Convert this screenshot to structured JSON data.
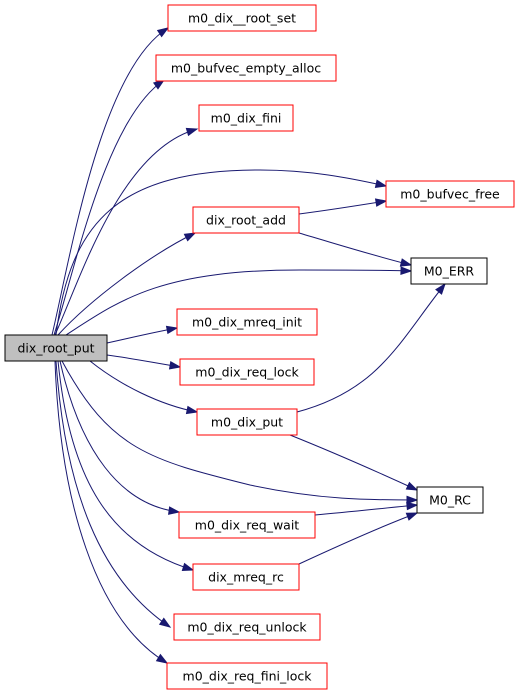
{
  "colors": {
    "root_fill": "#bfbfbf",
    "root_stroke": "#000000",
    "linked_stroke": "#ff0000",
    "plain_stroke": "#000000",
    "edge": "#191970"
  },
  "nodes": [
    {
      "id": "dix_root_put",
      "label": "dix_root_put",
      "style": "root"
    },
    {
      "id": "m0_dix__root_set",
      "label": "m0_dix__root_set",
      "style": "linked"
    },
    {
      "id": "m0_bufvec_empty_alloc",
      "label": "m0_bufvec_empty_alloc",
      "style": "linked"
    },
    {
      "id": "m0_dix_fini",
      "label": "m0_dix_fini",
      "style": "linked"
    },
    {
      "id": "m0_bufvec_free",
      "label": "m0_bufvec_free",
      "style": "linked"
    },
    {
      "id": "dix_root_add",
      "label": "dix_root_add",
      "style": "linked"
    },
    {
      "id": "M0_ERR",
      "label": "M0_ERR",
      "style": "plain"
    },
    {
      "id": "m0_dix_mreq_init",
      "label": "m0_dix_mreq_init",
      "style": "linked"
    },
    {
      "id": "m0_dix_req_lock",
      "label": "m0_dix_req_lock",
      "style": "linked"
    },
    {
      "id": "m0_dix_put",
      "label": "m0_dix_put",
      "style": "linked"
    },
    {
      "id": "M0_RC",
      "label": "M0_RC",
      "style": "plain"
    },
    {
      "id": "m0_dix_req_wait",
      "label": "m0_dix_req_wait",
      "style": "linked"
    },
    {
      "id": "dix_mreq_rc",
      "label": "dix_mreq_rc",
      "style": "linked"
    },
    {
      "id": "m0_dix_req_unlock",
      "label": "m0_dix_req_unlock",
      "style": "linked"
    },
    {
      "id": "m0_dix_req_fini_lock",
      "label": "m0_dix_req_fini_lock",
      "style": "linked"
    }
  ],
  "edges": [
    {
      "from": "dix_root_put",
      "to": "m0_dix__root_set"
    },
    {
      "from": "dix_root_put",
      "to": "m0_bufvec_empty_alloc"
    },
    {
      "from": "dix_root_put",
      "to": "m0_dix_fini"
    },
    {
      "from": "dix_root_put",
      "to": "m0_bufvec_free"
    },
    {
      "from": "dix_root_put",
      "to": "dix_root_add"
    },
    {
      "from": "dix_root_put",
      "to": "M0_ERR"
    },
    {
      "from": "dix_root_put",
      "to": "m0_dix_mreq_init"
    },
    {
      "from": "dix_root_put",
      "to": "m0_dix_req_lock"
    },
    {
      "from": "dix_root_put",
      "to": "m0_dix_put"
    },
    {
      "from": "dix_root_put",
      "to": "M0_RC"
    },
    {
      "from": "dix_root_put",
      "to": "m0_dix_req_wait"
    },
    {
      "from": "dix_root_put",
      "to": "dix_mreq_rc"
    },
    {
      "from": "dix_root_put",
      "to": "m0_dix_req_unlock"
    },
    {
      "from": "dix_root_put",
      "to": "m0_dix_req_fini_lock"
    },
    {
      "from": "dix_root_add",
      "to": "m0_bufvec_free"
    },
    {
      "from": "dix_root_add",
      "to": "M0_ERR"
    },
    {
      "from": "m0_dix_put",
      "to": "M0_ERR"
    },
    {
      "from": "m0_dix_put",
      "to": "M0_RC"
    },
    {
      "from": "m0_dix_req_wait",
      "to": "M0_RC"
    },
    {
      "from": "dix_mreq_rc",
      "to": "M0_RC"
    }
  ]
}
